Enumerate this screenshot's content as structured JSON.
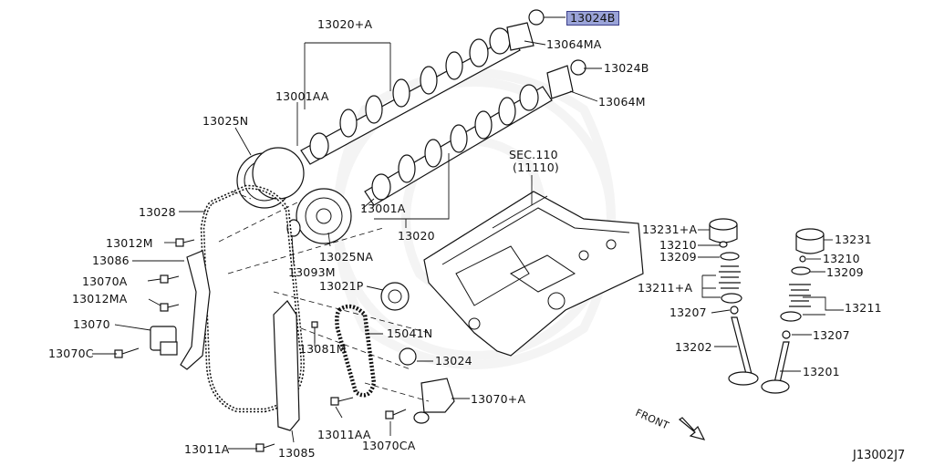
{
  "diagram_code": "J13002J7",
  "front_label": "FRONT",
  "sec_ref": {
    "line1": "SEC.110",
    "line2": "(11110)"
  },
  "labels": {
    "p13020A": "13020+A",
    "p13024B_hl": "13024B",
    "p13064MA": "13064MA",
    "p13024B": "13024B",
    "p13064M": "13064M",
    "p13001AA": "13001AA",
    "p13025N": "13025N",
    "p13001A": "13001A",
    "p13020": "13020",
    "p13028": "13028",
    "p13012M": "13012M",
    "p13086": "13086",
    "p13025NA": "13025NA",
    "p13093M": "13093M",
    "p13070A": "13070A",
    "p13012MA": "13012MA",
    "p13021P": "13021P",
    "p13070": "13070",
    "p15041N": "15041N",
    "p13081M": "13081M",
    "p13070C": "13070C",
    "p13024": "13024",
    "p13070pA": "13070+A",
    "p13011AA": "13011AA",
    "p13070CA": "13070CA",
    "p13011A": "13011A",
    "p13085": "13085",
    "p13231A": "13231+A",
    "p13210a": "13210",
    "p13209a": "13209",
    "p13211A": "13211+A",
    "p13207a": "13207",
    "p13202": "13202",
    "p13231": "13231",
    "p13210b": "13210",
    "p13209b": "13209",
    "p13211": "13211",
    "p13207b": "13207",
    "p13201": "13201"
  },
  "highlight_color": "#9aa3d8"
}
